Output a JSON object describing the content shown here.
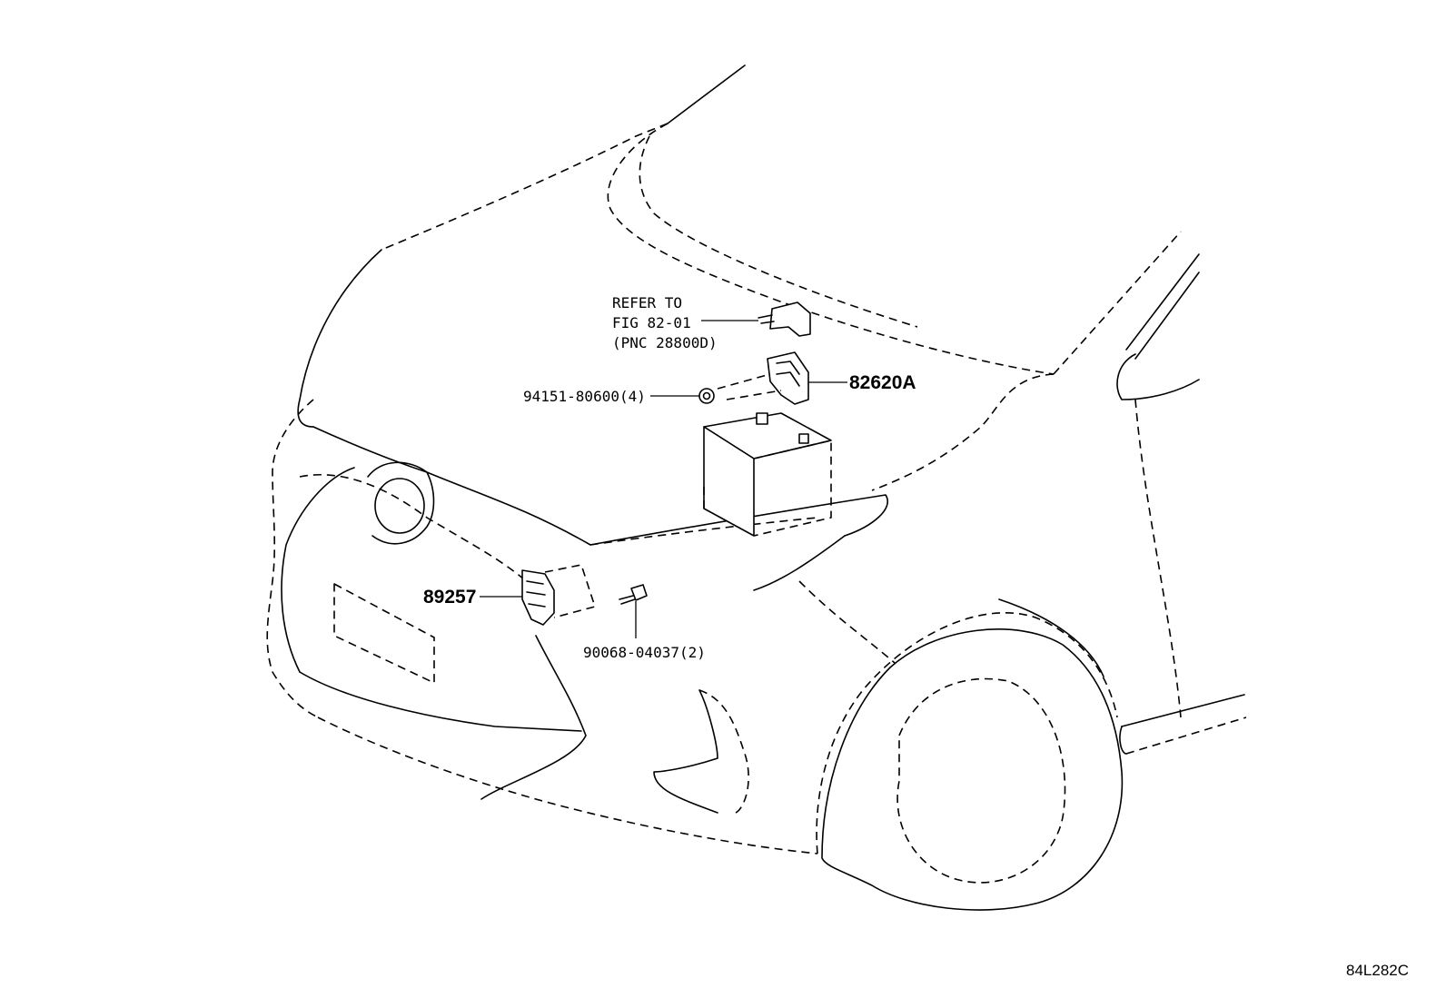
{
  "labels": {
    "refer_line1": "REFER TO",
    "refer_line2": "FIG 82-01",
    "refer_line3": "(PNC 28800D)",
    "bolt_94151": "94151-80600(4)",
    "part_82620A": "82620A",
    "part_89257": "89257",
    "bolt_90068": "90068-04037(2)"
  },
  "figure_code": "84L282C"
}
